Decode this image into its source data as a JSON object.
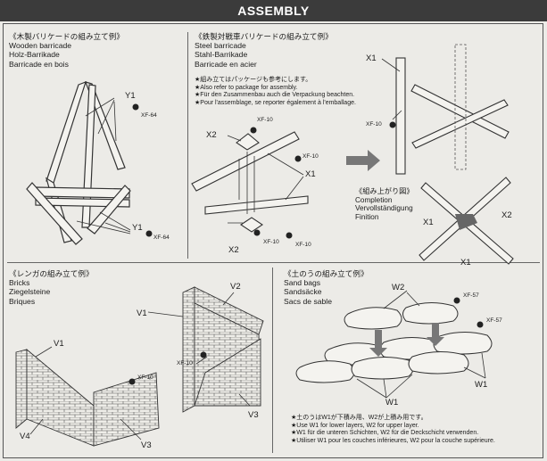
{
  "header": {
    "title": "ASSEMBLY"
  },
  "wooden": {
    "title_jp": "《木製バリケードの組み立て例》",
    "title_en": "Wooden barricade",
    "title_de": "Holz-Barrikade",
    "title_fr": "Barricade en bois",
    "label_y1": "Y1",
    "label_xf64": "XF-64"
  },
  "steel": {
    "title_jp": "《鉄製対戦車バリケードの組み立て例》",
    "title_en": "Steel barricade",
    "title_de": "Stahl-Barrikade",
    "title_fr": "Barricade en acier",
    "notes": [
      "★組み立てはパッケージも参考にします。",
      "★Also refer to package for assembly.",
      "★Für den Zusammenbau auch die Verpackung beachten.",
      "★Pour l'assemblage, se reporter également à l'emballage."
    ],
    "label_x1": "X1",
    "label_x2": "X2",
    "label_xf10": "XF-10",
    "completion_jp": "《組み上がり図》",
    "completion_en": "Completion",
    "completion_de": "Vervollständigung",
    "completion_fr": "Finition"
  },
  "bricks": {
    "title_jp": "《レンガの組み立て例》",
    "title_en": "Bricks",
    "title_de": "Ziegelsteine",
    "title_fr": "Briques",
    "label_v1": "V1",
    "label_v2": "V2",
    "label_v3": "V3",
    "label_v4": "V4",
    "label_xf10": "XF-10"
  },
  "sandbags": {
    "title_jp": "《土のうの組み立て例》",
    "title_en": "Sand bags",
    "title_de": "Sandsäcke",
    "title_fr": "Sacs de sable",
    "label_w1": "W1",
    "label_w2": "W2",
    "label_xf57": "XF-57",
    "notes": [
      "★土のうはW1が下積み用、W2が上積み用です。",
      "★Use W1 for lower layers, W2 for upper layer.",
      "★W1 für die unteren Schichten, W2 für die Deckschicht verwenden.",
      "★Utiliser W1 pour les couches inférieures, W2 pour la couche supérieure."
    ]
  }
}
